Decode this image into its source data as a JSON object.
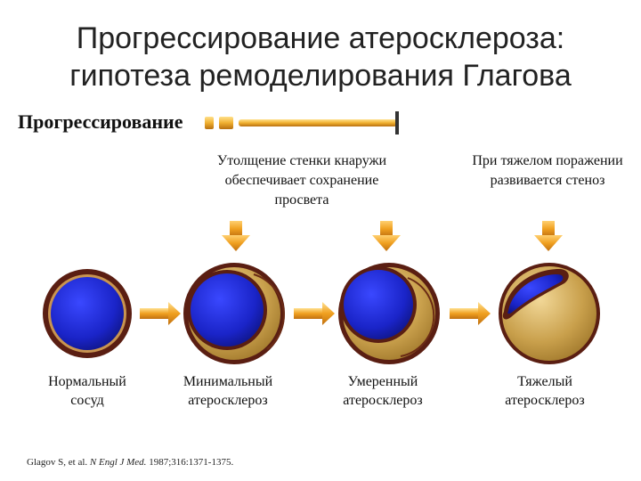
{
  "title": {
    "line1": "Прогрессирование атеросклероза:",
    "line2": "гипотеза ремоделирования Глагова"
  },
  "progression_label": "Прогрессирование",
  "notes": {
    "outward": {
      "line1": "Утолщение стенки кнаружи",
      "line2": "обеспечивает сохранение",
      "line3": "просвета"
    },
    "severe": {
      "line1": "При тяжелом поражении",
      "line2": "развивается стеноз"
    }
  },
  "stages": [
    {
      "line1": "Нормальный",
      "line2": "сосуд"
    },
    {
      "line1": "Минимальный",
      "line2": "атеросклероз"
    },
    {
      "line1": "Умеренный",
      "line2": "атеросклероз"
    },
    {
      "line1": "Тяжелый",
      "line2": "атеросклероз"
    }
  ],
  "citation": {
    "authors": "Glagov S, et al.",
    "journal": "N Engl J Med.",
    "ref": "1987;316:1371-1375."
  },
  "colors": {
    "lumen_blue": "#1a24c8",
    "wall_dark": "#5a1e12",
    "plaque_gold": "#b8913e",
    "arrow_orange": "#f0a020",
    "bar_orange": "#f0b030"
  }
}
